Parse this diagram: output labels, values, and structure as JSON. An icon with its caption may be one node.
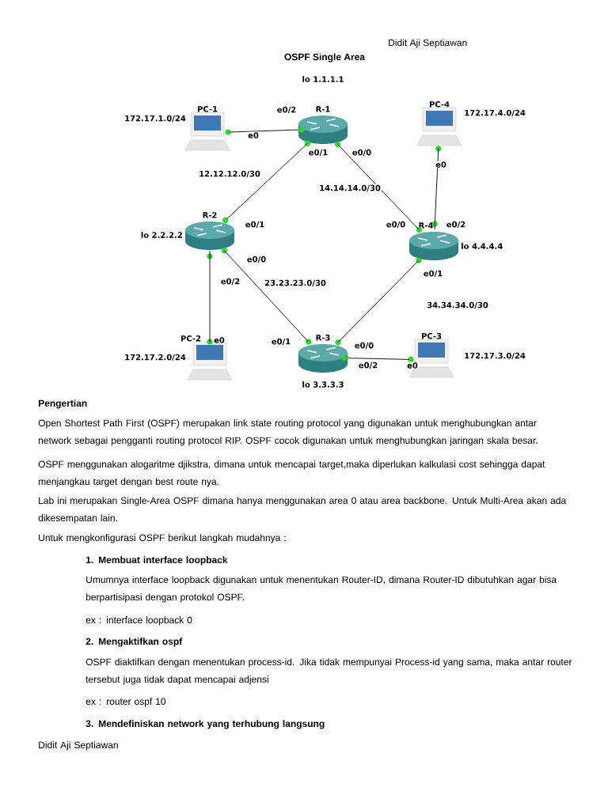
{
  "diagram": {
    "title": "OSPF Single Area",
    "nodes": [
      {
        "text": [
          "PC-1"
        ]
      },
      {
        "text": [
          "R-1"
        ],
        "beside": [
          "lo 1.1.1.1"
        ]
      },
      {
        "text": [
          "PC-4"
        ]
      },
      {
        "text": [
          "R-2"
        ],
        "beside": [
          "lo 2.2.2.2"
        ]
      },
      {
        "text": [
          "R-4"
        ],
        "beside": [
          "lo 4.4.4.4"
        ]
      },
      {
        "text": [
          "PC-2"
        ]
      },
      {
        "text": [
          "R-3"
        ],
        "beside": [
          "lo 3.3.3.3"
        ]
      },
      {
        "text": [
          "PC-3"
        ]
      }
    ],
    "edges": [
      {
        "from": 0,
        "to": 1,
        "arrow": "none"
      },
      {
        "from": 1,
        "to": 3,
        "arrow": "none",
        "label": "12.12.12.0/30"
      },
      {
        "from": 1,
        "to": 4,
        "arrow": "none",
        "label": "14.14.14.0/30"
      },
      {
        "from": 2,
        "to": 4,
        "arrow": "none"
      },
      {
        "from": 3,
        "to": 6,
        "arrow": "none",
        "label": "23.23.23.0/30"
      },
      {
        "from": 3,
        "to": 5,
        "arrow": "none"
      },
      {
        "from": 4,
        "to": 6,
        "arrow": "none",
        "label": "34.34.34.0/30"
      },
      {
        "from": 6,
        "to": 7,
        "arrow": "none"
      }
    ],
    "labels": [
      "Didit Aji Septiawan",
      "e0/2",
      "172.17.4.0/24",
      "172.17.1.0/24",
      "e0",
      "e0/1",
      "e0/0",
      "e0",
      "e0/1",
      "e0/0",
      "e0/2",
      "e0/0",
      "e0/1",
      "e0/2",
      "e0",
      "e0/1",
      "e0/0",
      "172.17.2.0/24",
      "172.17.3.0/24",
      "e0/2",
      "e0",
      "Pengertian",
      "Open Shortest Path First (OSPF) merupakan link state routing protocol yang digunakan untuk menghubungkan antar network sebagai pengganti routing protocol RIP. OSPF cocok digunakan untuk menghubungkan jaringan skala besar.",
      "OSPF menggunakan alogaritme djikstra, dimana untuk mencapai target,maka diperlukan kalkulasi cost sehingga dapat menjangkau target dengan best route nya.",
      "Lab ini merupakan Single-Area OSPF dimana hanya menggunakan area 0 atau area backbone. Untuk Multi-Area akan ada dikesempatan lain.",
      "Untuk mengkonfigurasi OSPF berikut langkah mudahnya :",
      "1. Membuat interface loopback",
      "Umumnya interface loopback digunakan untuk menentukan Router-ID, dimana Router-ID dibutuhkan agar bisa berpartisipasi dengan protokol OSPF.",
      "ex : interface loopback 0",
      "2. Mengaktifkan ospf",
      "OSPF diaktifkan dengan menentukan process-id. Jika tidak mempunyai Process-id yang sama, maka antar router tersebut juga tidak dapat mencapai adjensi",
      "ex : router ospf 10",
      "3. Mendefiniskan network yang terhubung langsung",
      "Didit Aji Septiawan"
    ]
  }
}
